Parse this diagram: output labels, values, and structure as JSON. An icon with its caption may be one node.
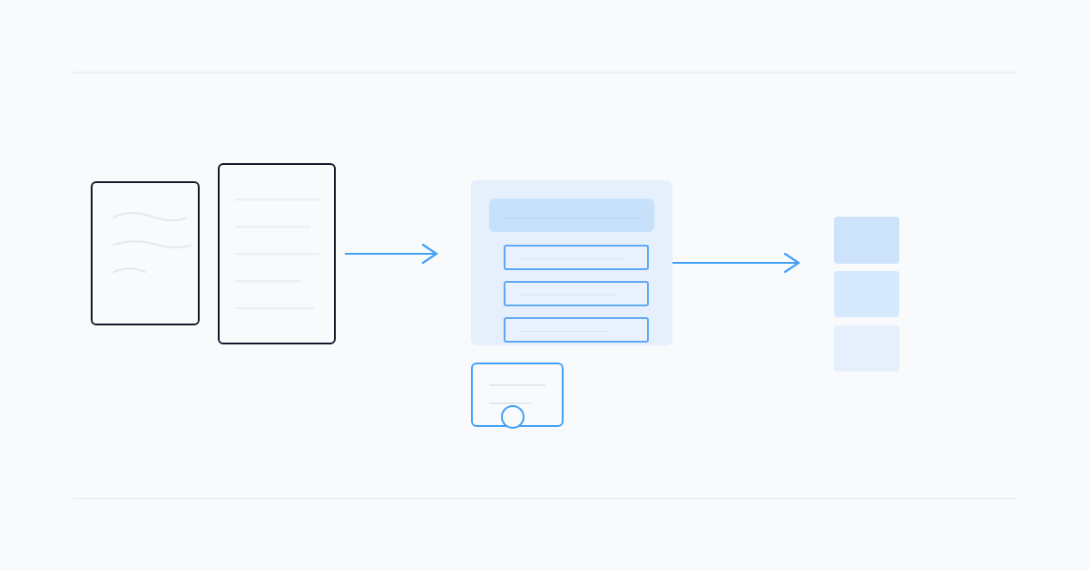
{
  "diagram": {
    "nodes": [
      {
        "text": [],
        "shape": "box"
      },
      {
        "text": [],
        "shape": "box"
      },
      {
        "text": [],
        "shape": "box"
      },
      {
        "text": [],
        "shape": "bar",
        "in": 2
      },
      {
        "text": [],
        "shape": "box",
        "in": 2
      },
      {
        "text": [],
        "shape": "box",
        "in": 2
      },
      {
        "text": [],
        "shape": "box",
        "in": 2
      },
      {
        "text": [],
        "shape": "box"
      },
      {
        "text": [],
        "shape": "box"
      },
      {
        "text": [],
        "shape": "box"
      },
      {
        "text": [],
        "shape": "box"
      }
    ],
    "edges": [
      {
        "from": 1,
        "to": 2,
        "arrow": "to"
      },
      {
        "from": 2,
        "to": 8,
        "arrow": "to"
      }
    ]
  }
}
